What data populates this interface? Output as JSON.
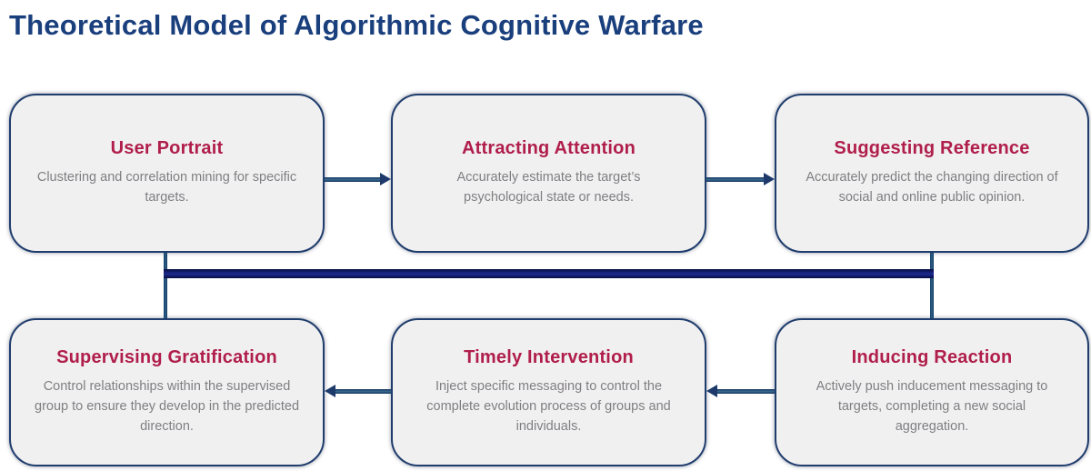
{
  "title": "Theoretical Model of Algorithmic Cognitive Warfare",
  "colors": {
    "title_text": "#1a3f7d",
    "node_heading": "#b01e4b",
    "node_body_text": "#7f7e81",
    "node_background": "#f1f0f1",
    "node_border": "#1f3d6d",
    "connector_shaft": "#3a6a90",
    "connector_arrowhead": "#1d3a6b",
    "feedback_bus": "#1c2b90"
  },
  "diagram": {
    "nodes": [
      {
        "id": "user-portrait",
        "title": "User Portrait",
        "description": "Clustering and correlation mining for specific targets."
      },
      {
        "id": "attracting-attention",
        "title": "Attracting Attention",
        "description": "Accurately estimate the target’s psychological state or needs."
      },
      {
        "id": "suggesting-reference",
        "title": "Suggesting Reference",
        "description": "Accurately predict the changing direction of social and online public opinion."
      },
      {
        "id": "supervising-gratification",
        "title": "Supervising Gratification",
        "description": "Control relationships within the supervised group to ensure they develop in the predicted direction."
      },
      {
        "id": "timely-intervention",
        "title": "Timely Intervention",
        "description": "Inject specific messaging to control the complete evolution process of groups and individuals."
      },
      {
        "id": "inducing-reaction",
        "title": "Inducing Reaction",
        "description": "Actively push inducement messaging to targets, completing a new social aggregation."
      }
    ],
    "connectors": [
      {
        "from": "user-portrait",
        "to": "attracting-attention",
        "direction": "right"
      },
      {
        "from": "attracting-attention",
        "to": "suggesting-reference",
        "direction": "right"
      },
      {
        "from": "suggesting-reference",
        "to": "inducing-reaction",
        "direction": "down"
      },
      {
        "from": "inducing-reaction",
        "to": "timely-intervention",
        "direction": "left"
      },
      {
        "from": "timely-intervention",
        "to": "supervising-gratification",
        "direction": "left"
      },
      {
        "from": "supervising-gratification",
        "to": "user-portrait",
        "direction": "up"
      },
      {
        "from": "supervising-gratification",
        "to": "inducing-reaction",
        "direction": "horizontal-bus"
      }
    ]
  }
}
